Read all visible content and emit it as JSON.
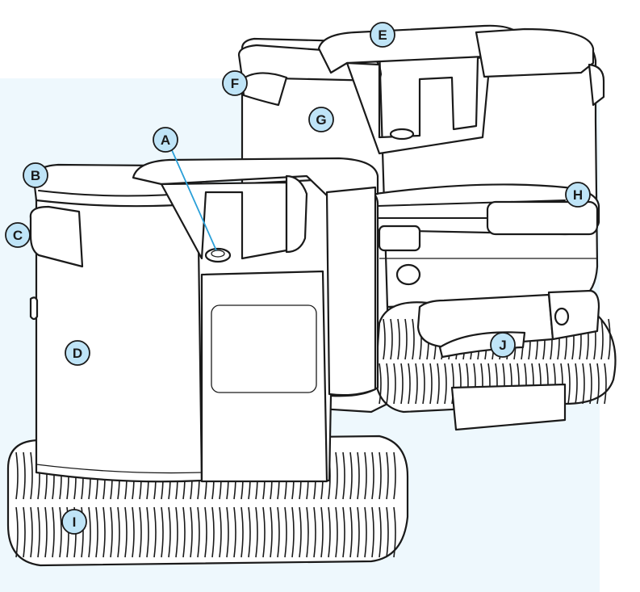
{
  "colors": {
    "panel_background": "#eef8fd",
    "callout_fill": "#bfe4f7",
    "leader_line": "#2a9fd8",
    "outline": "#1a1a1a"
  },
  "callouts": [
    {
      "id": "a",
      "label": "A"
    },
    {
      "id": "b",
      "label": "B"
    },
    {
      "id": "c",
      "label": "C"
    },
    {
      "id": "d",
      "label": "D"
    },
    {
      "id": "e",
      "label": "E"
    },
    {
      "id": "f",
      "label": "F"
    },
    {
      "id": "g",
      "label": "G"
    },
    {
      "id": "h",
      "label": "H"
    },
    {
      "id": "i",
      "label": "I"
    },
    {
      "id": "j",
      "label": "J"
    }
  ]
}
